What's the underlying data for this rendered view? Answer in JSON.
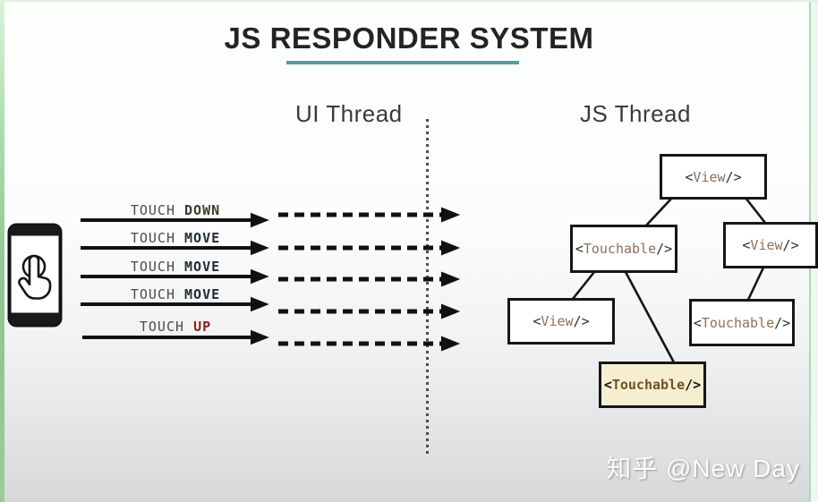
{
  "title": "JS RESPONDER SYSTEM",
  "threads": {
    "ui": "UI Thread",
    "js": "JS Thread"
  },
  "events": [
    {
      "prefix": "TOUCH",
      "word": "DOWN",
      "color": "#33412e"
    },
    {
      "prefix": "TOUCH",
      "word": "MOVE",
      "color": "#232c39"
    },
    {
      "prefix": "TOUCH",
      "word": "MOVE",
      "color": "#232c39"
    },
    {
      "prefix": "TOUCH",
      "word": "MOVE",
      "color": "#232c39"
    },
    {
      "prefix": "TOUCH",
      "word": "UP",
      "color": "#8e1e1e"
    }
  ],
  "tree": {
    "nodes": [
      {
        "open": "<",
        "name": "View",
        "close": "/>",
        "highlighted": false
      },
      {
        "open": "<",
        "name": "Touchable",
        "close": "/>",
        "highlighted": false
      },
      {
        "open": "<",
        "name": "View",
        "close": "/>",
        "highlighted": false
      },
      {
        "open": "<",
        "name": "View",
        "close": "/>",
        "highlighted": false
      },
      {
        "open": "<",
        "name": "Touchable",
        "close": "/>",
        "highlighted": false
      },
      {
        "open": "<",
        "name": "Touchable",
        "close": "/>",
        "highlighted": true
      }
    ]
  },
  "watermark": "知乎 @New Day",
  "colors": {
    "accent_teal": "#4f9fa0",
    "highlight_bg": "#f6efcf",
    "tag_name_brown": "#8a7157",
    "edge_green": "#a9d8a9",
    "arrow_black": "#111111"
  }
}
